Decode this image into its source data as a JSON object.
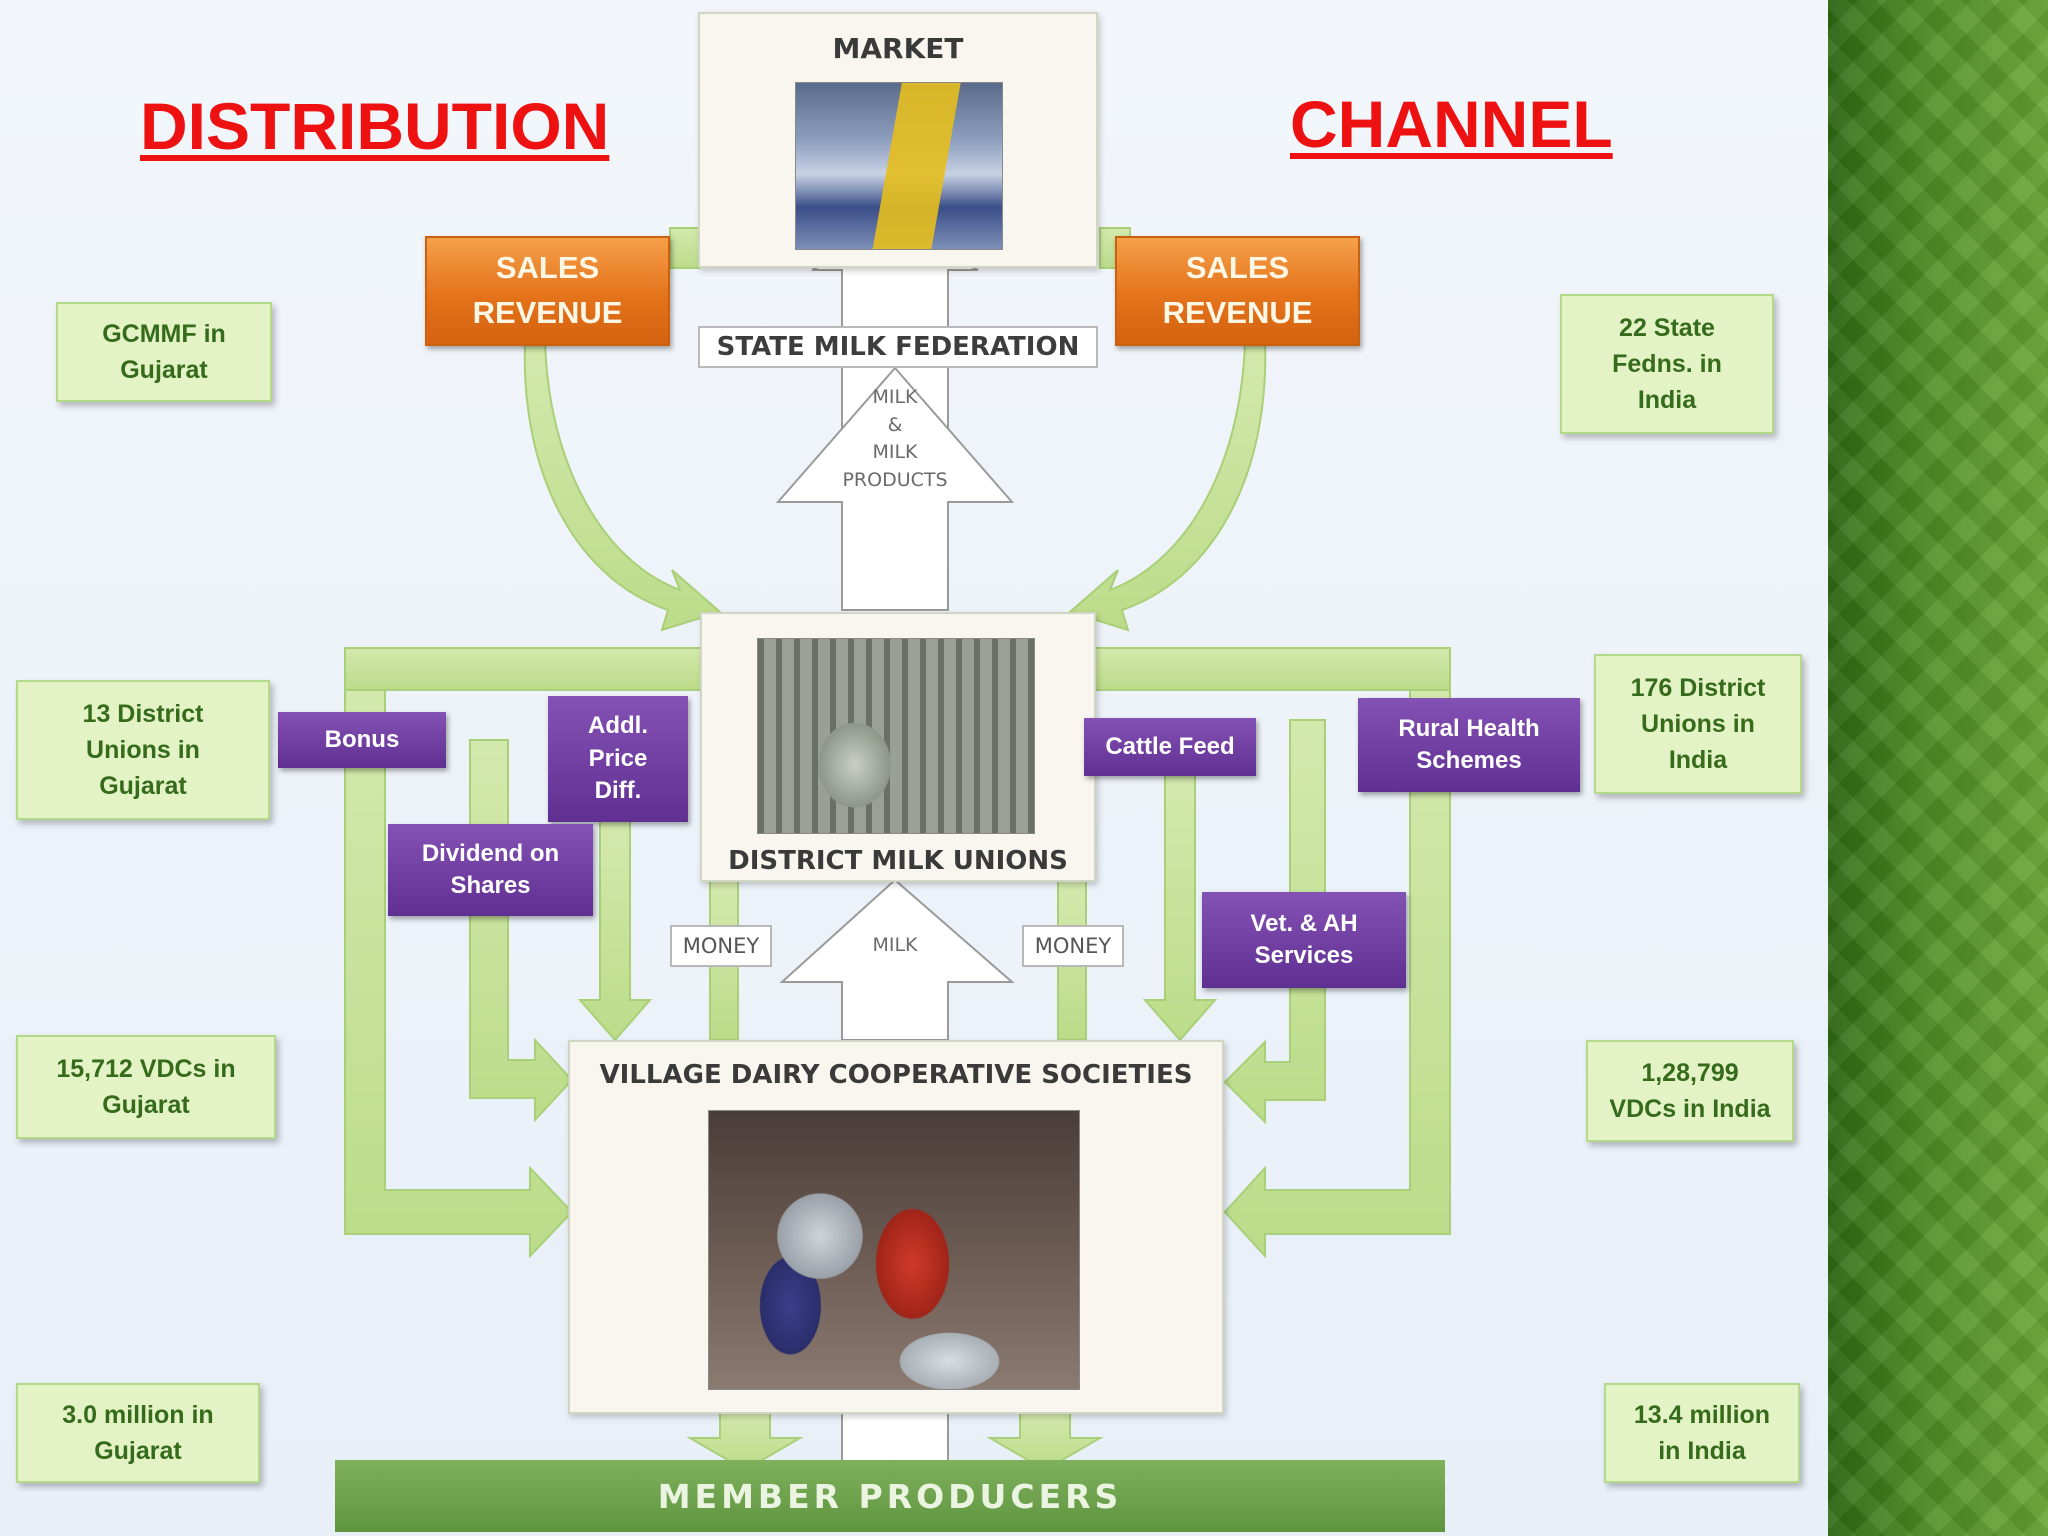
{
  "headings": {
    "left": "DISTRIBUTION",
    "right": "CHANNEL"
  },
  "market": {
    "title": "MARKET"
  },
  "state_federation": {
    "label": "STATE MILK FEDERATION",
    "flow_label": "MILK\n&\nMILK\nPRODUCTS"
  },
  "sales_revenue": {
    "left": "SALES\nREVENUE",
    "right": "SALES\nREVENUE"
  },
  "district_unions": {
    "title": "DISTRICT MILK UNIONS",
    "flow_milk": "MILK",
    "money_left": "MONEY",
    "money_right": "MONEY"
  },
  "village_societies": {
    "title": "VILLAGE DAIRY COOPERATIVE SOCIETIES"
  },
  "member_producers": {
    "label": "MEMBER PRODUCERS"
  },
  "benefits": {
    "bonus": "Bonus",
    "addl_price": "Addl.\nPrice\nDiff.",
    "dividend": "Dividend on\nShares",
    "cattle_feed": "Cattle Feed",
    "rural_health": "Rural Health\nSchemes",
    "vet_ah": "Vet. & AH\nServices"
  },
  "stats_left": [
    "GCMMF in\nGujarat",
    "13 District\nUnions in\nGujarat",
    "15,712  VDCs in\nGujarat",
    "3.0 million in\nGujarat"
  ],
  "stats_right": [
    "22 State\nFedns. in\nIndia",
    "176 District\nUnions in\nIndia",
    "1,28,799\nVDCs in India",
    "13.4 million\nin India"
  ],
  "colors": {
    "heading": "#ee1111",
    "arrow_green": "#c7e29a",
    "benefit_purple": "#6a3a9c",
    "revenue_orange": "#e4731b",
    "stat_green_text": "#356b1a",
    "band_green": "#6fa24d"
  }
}
